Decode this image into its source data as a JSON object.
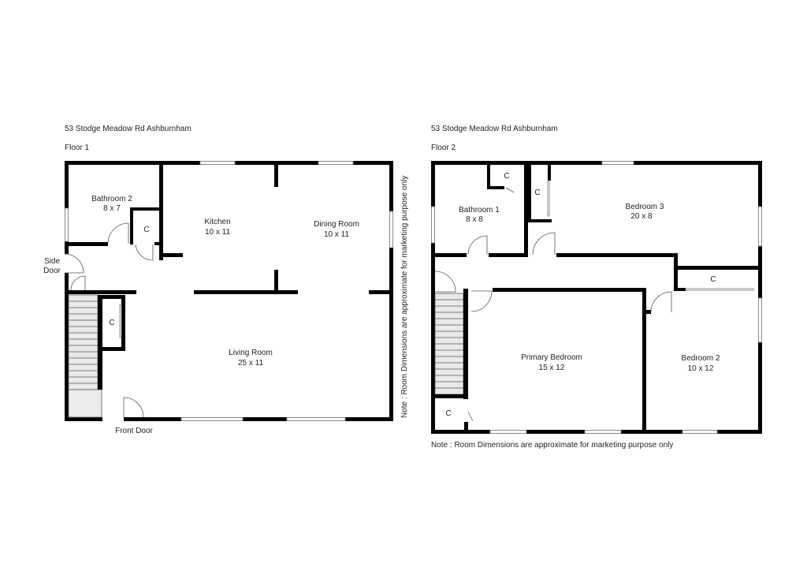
{
  "floor1": {
    "address": "53 Stodge Meadow Rd Ashburnham",
    "floor_label": "Floor 1",
    "rooms": {
      "bathroom2": {
        "name": "Bathroom 2",
        "dims": "8 x 7"
      },
      "kitchen": {
        "name": "Kitchen",
        "dims": "10 x 11"
      },
      "dining": {
        "name": "Dining Room",
        "dims": "10 x 11"
      },
      "living": {
        "name": "Living Room",
        "dims": "25 x 11"
      }
    },
    "closets": [
      "C",
      "C"
    ],
    "side_door": [
      "Side",
      "Door"
    ],
    "front_door": "Front Door",
    "note": "Note : Room Dimensions are approximate for marketing purpose only"
  },
  "floor2": {
    "address": "53 Stodge Meadow Rd Ashburnham",
    "floor_label": "Floor 2",
    "rooms": {
      "bathroom1": {
        "name": "Bathroom 1",
        "dims": "8 x 8"
      },
      "bedroom3": {
        "name": "Bedroom 3",
        "dims": "20 x 8"
      },
      "primary": {
        "name": "Primary Bedroom",
        "dims": "15 x 12"
      },
      "bedroom2": {
        "name": "Bedroom 2",
        "dims": "10 x 12"
      }
    },
    "closets": [
      "C",
      "C",
      "C",
      "C"
    ],
    "note": "Note : Room Dimensions are approximate for marketing purpose only"
  }
}
